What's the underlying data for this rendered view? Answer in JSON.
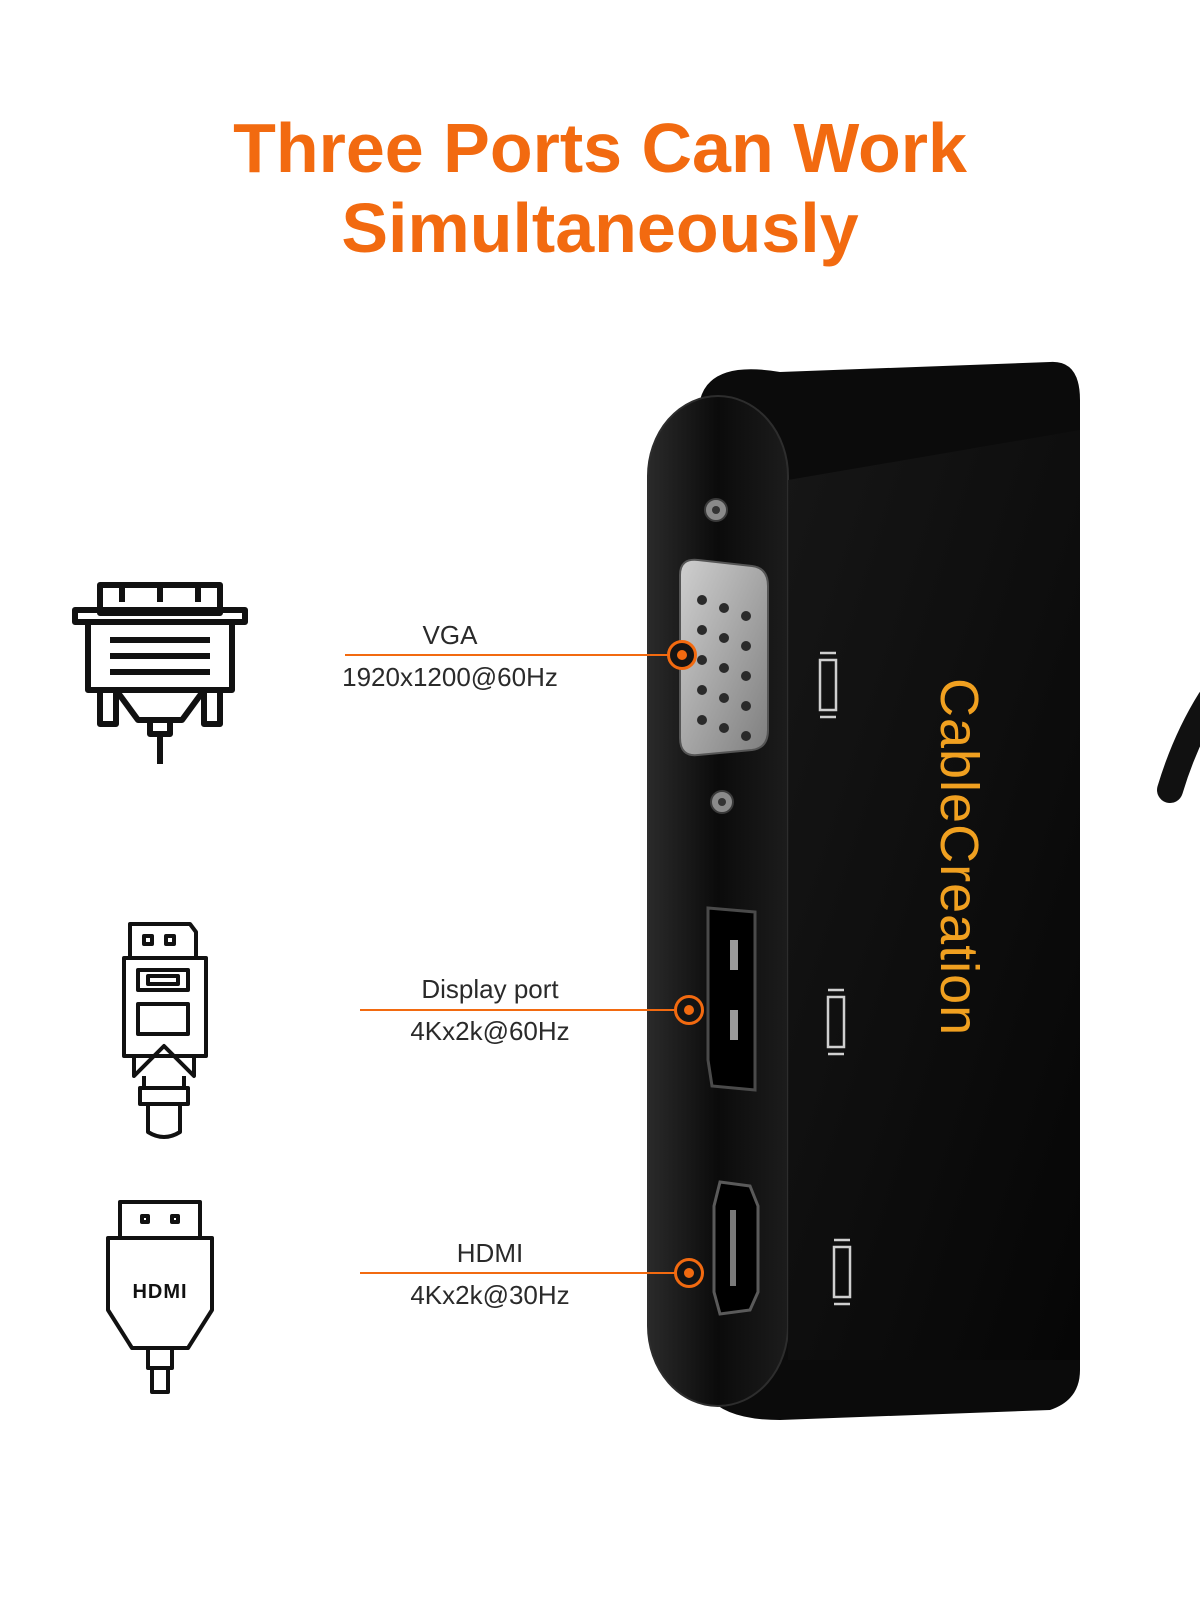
{
  "headline": {
    "line1": "Three Ports Can Work",
    "line2": "Simultaneously",
    "color": "#f26a10"
  },
  "accent_color": "#f26a10",
  "brand_color": "#f0a020",
  "device": {
    "brand": "CableCreation",
    "body_color": "#0b0b0b"
  },
  "ports": [
    {
      "name": "VGA",
      "spec": "1920x1200@60Hz",
      "icon": "vga-connector-icon"
    },
    {
      "name": "Display port",
      "spec": "4Kx2k@60Hz",
      "icon": "displayport-connector-icon"
    },
    {
      "name": "HDMI",
      "spec": "4Kx2k@30Hz",
      "icon": "hdmi-connector-icon",
      "icon_text": "HDMI"
    }
  ]
}
